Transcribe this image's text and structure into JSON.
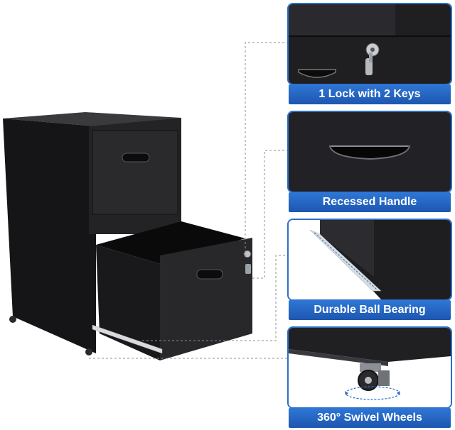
{
  "features": [
    {
      "label": "1 Lock with 2 Keys",
      "icon": "lock-keys-closeup"
    },
    {
      "label": "Recessed Handle",
      "icon": "handle-closeup"
    },
    {
      "label": "Durable Ball Bearing",
      "icon": "slide-rail-closeup"
    },
    {
      "label": "360° Swivel Wheels",
      "icon": "caster-wheel-closeup"
    }
  ],
  "colors": {
    "accent": "#2b6ec9",
    "cabinet": "#1c1c1e"
  }
}
